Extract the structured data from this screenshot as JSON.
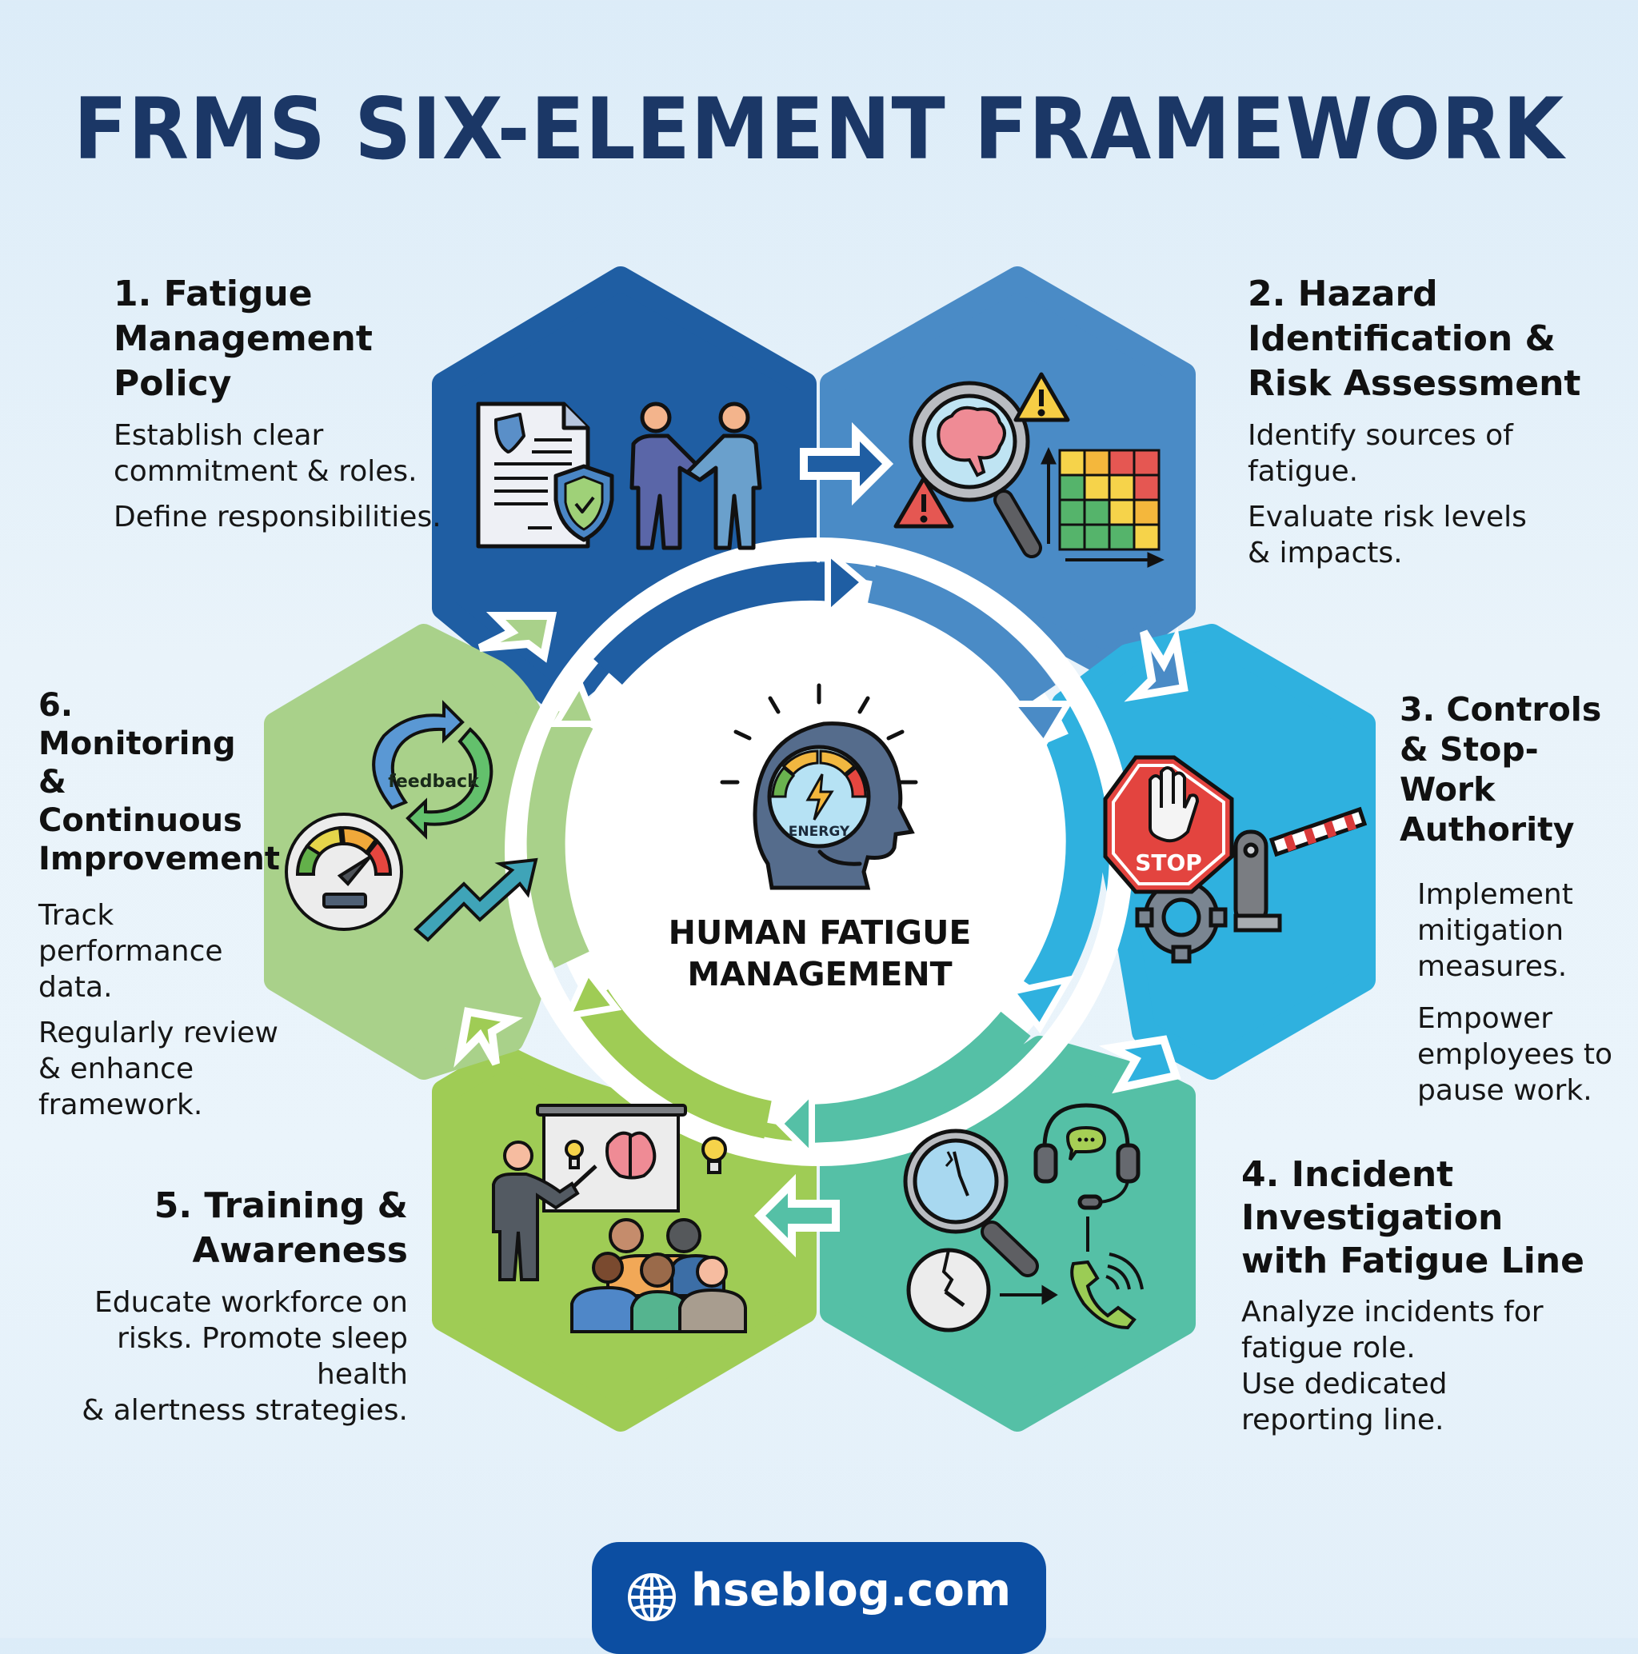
{
  "title": "FRMS SIX-ELEMENT FRAMEWORK",
  "center": {
    "title_line1": "HUMAN FATIGUE",
    "title_line2": "MANAGEMENT",
    "gauge_label": "ENERGY",
    "icon": "head-energy-gauge-icon"
  },
  "elements": [
    {
      "heading": "1. Fatigue\nManagement\nPolicy",
      "desc": [
        "Establish clear\ncommitment & roles.",
        "Define responsibilities."
      ],
      "color": "#1f5ea3",
      "icon": "policy-document-handshake-icon"
    },
    {
      "heading": "2. Hazard\nIdentification &\nRisk Assessment",
      "desc": [
        "Identify sources of\nfatigue.",
        "Evaluate risk levels\n& impacts."
      ],
      "color": "#4a8bc6",
      "icon": "brain-magnifier-risk-matrix-icon"
    },
    {
      "heading": "3. Controls\n& Stop-Work\nAuthority",
      "desc": [
        "Implement\nmitigation\nmeasures.",
        "Empower\nemployees to\npause work."
      ],
      "color": "#2fb1df",
      "icon": "stop-sign-barrier-gear-icon",
      "stop_text": "STOP"
    },
    {
      "heading": "4. Incident\nInvestigation\nwith Fatigue Line",
      "desc": [
        "Analyze incidents for\nfatigue role.\nUse dedicated\nreporting line."
      ],
      "color": "#55c0a6",
      "icon": "clock-investigation-hotline-icon"
    },
    {
      "heading": "5. Training &\nAwareness",
      "desc": [
        "Educate workforce on\nrisks. Promote sleep health\n& alertness strategies."
      ],
      "color": "#9fcc55",
      "icon": "training-presentation-icon"
    },
    {
      "heading": "6. Monitoring\n& Continuous\nImprovement",
      "desc": [
        "Track\nperformance\ndata.",
        "Regularly review\n& enhance\nframework."
      ],
      "color": "#a9d18a",
      "icon": "feedback-gauge-trend-icon",
      "feedback_text": "feedback"
    }
  ],
  "footer": {
    "url": "hseblog.com",
    "icon": "globe-icon",
    "color": "#0c4ea2"
  }
}
